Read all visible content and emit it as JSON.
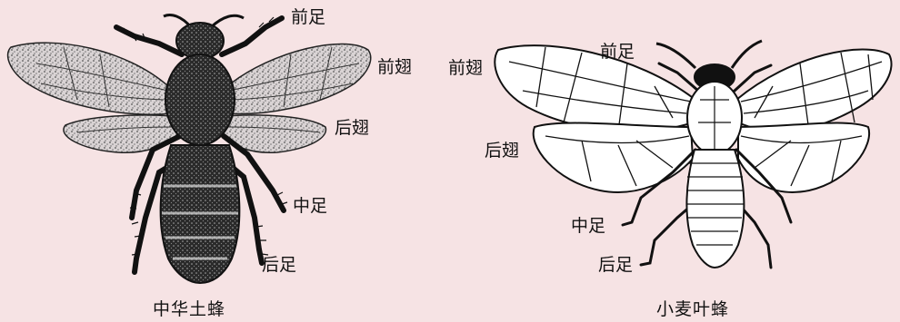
{
  "figures": [
    {
      "caption": "中华土蜂",
      "labels": {
        "foreleg": "前足",
        "forewing": "前翅",
        "hindwing": "后翅",
        "midleg": "中足",
        "hindleg": "后足"
      }
    },
    {
      "caption": "小麦叶蜂",
      "labels": {
        "foreleg": "前足",
        "forewing": "前翅",
        "hindwing": "后翅",
        "midleg": "中足",
        "hindleg": "后足"
      }
    }
  ],
  "colors": {
    "background": "#f6e3e4",
    "ink": "#111111",
    "wing_shade": "#9a9a9a"
  }
}
